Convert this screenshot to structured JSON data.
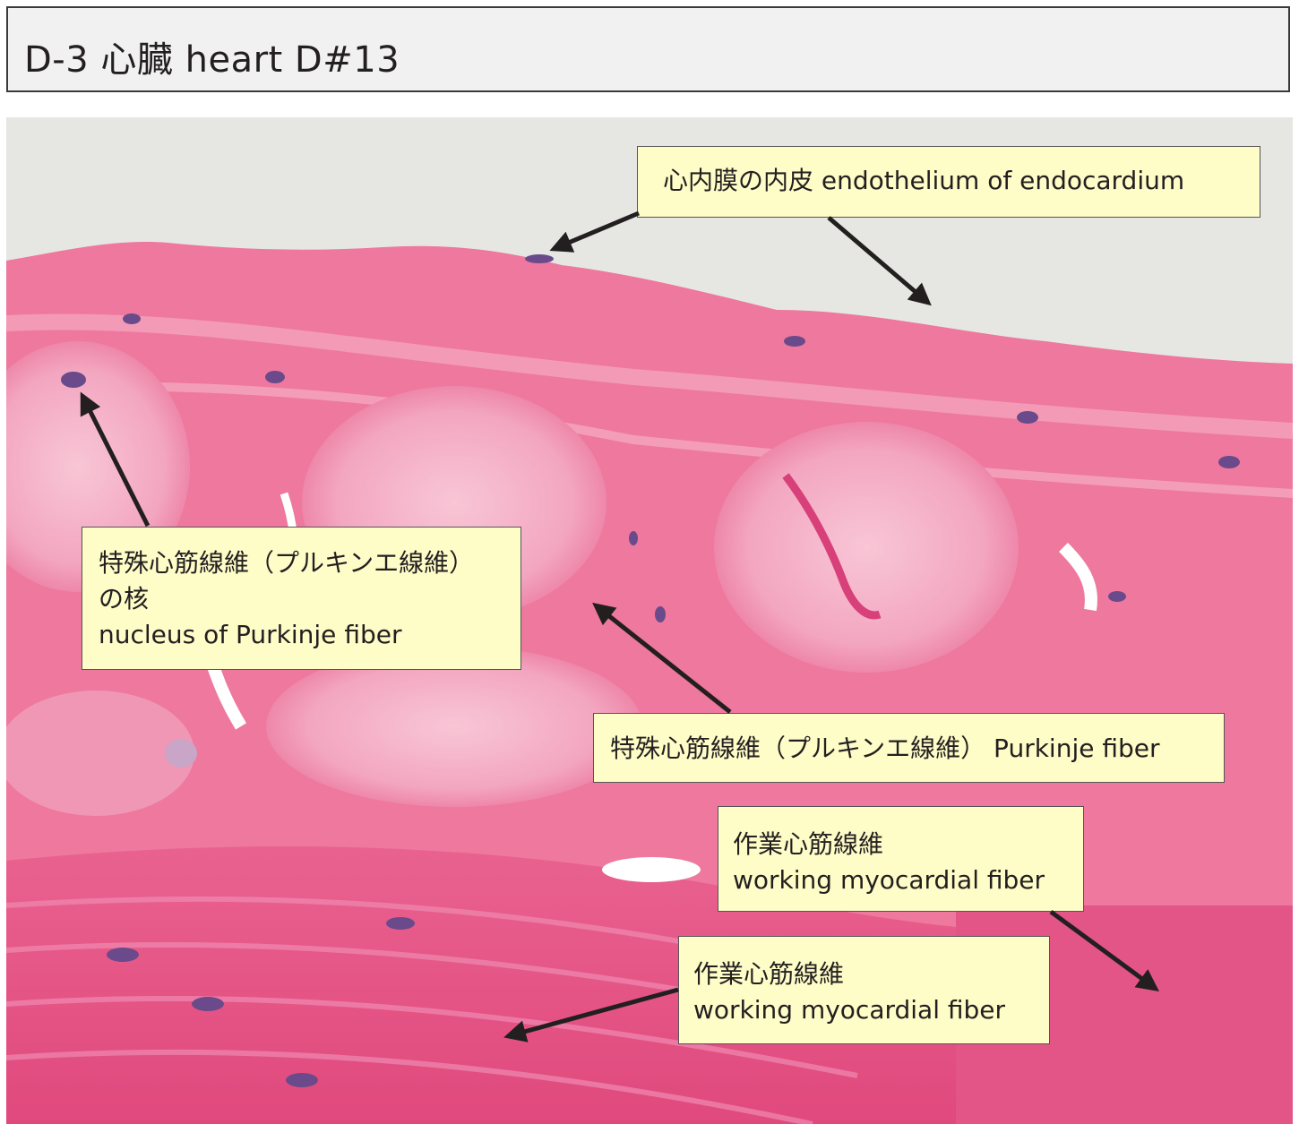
{
  "title": "D-3 心臓 heart D#13",
  "labels": {
    "endothelium": [
      "心内膜の内皮 endothelium of endocardium"
    ],
    "nucleus": [
      "特殊心筋線維（プルキンエ線維）",
      "の核",
      "nucleus of Purkinje fiber"
    ],
    "purkinje": [
      "特殊心筋線維（プルキンエ線維） Purkinje fiber"
    ],
    "working1": [
      "作業心筋線維",
      "working myocardial fiber"
    ],
    "working2": [
      "作業心筋線維",
      "working myocardial fiber"
    ]
  },
  "colors": {
    "background_lumen": "#e6e7e3",
    "tissue_pink": "#ee6f98",
    "tissue_deep": "#e24b7e",
    "purkinje_pale": "#f5b3c9",
    "nuclei": "#6a4a8a",
    "label_fill": "#fefcc7",
    "arrow": "#231f20"
  }
}
